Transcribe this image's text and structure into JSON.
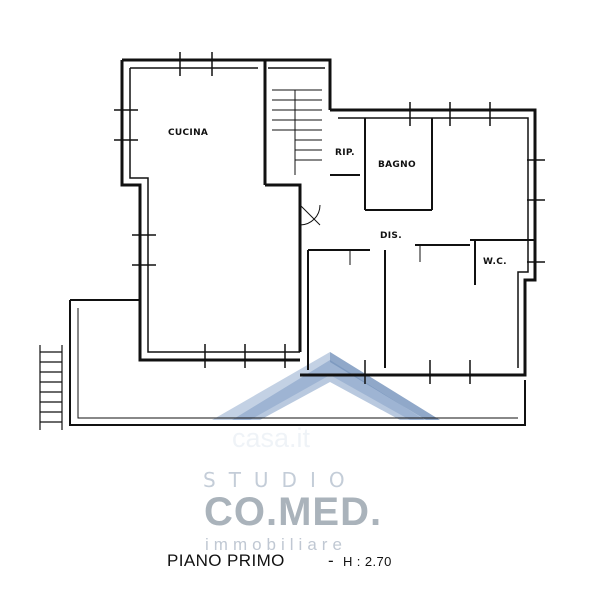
{
  "plan": {
    "rooms": {
      "cucina": "CUCINA",
      "bagno": "BAGNO",
      "rip": "RIP.",
      "dis": "DIS.",
      "wc": "W.C."
    },
    "caption": {
      "level": "PIANO PRIMO",
      "dash": "-",
      "height": "H : 2.70"
    }
  },
  "watermark": {
    "site": "casa.it",
    "studio": "STUDIO",
    "brand": "CO.MED.",
    "subtitle": "immobiliare",
    "colors": {
      "roof_dark": "#6f8fba",
      "roof_light": "#b9c9df",
      "text": "#aab3bb"
    }
  }
}
